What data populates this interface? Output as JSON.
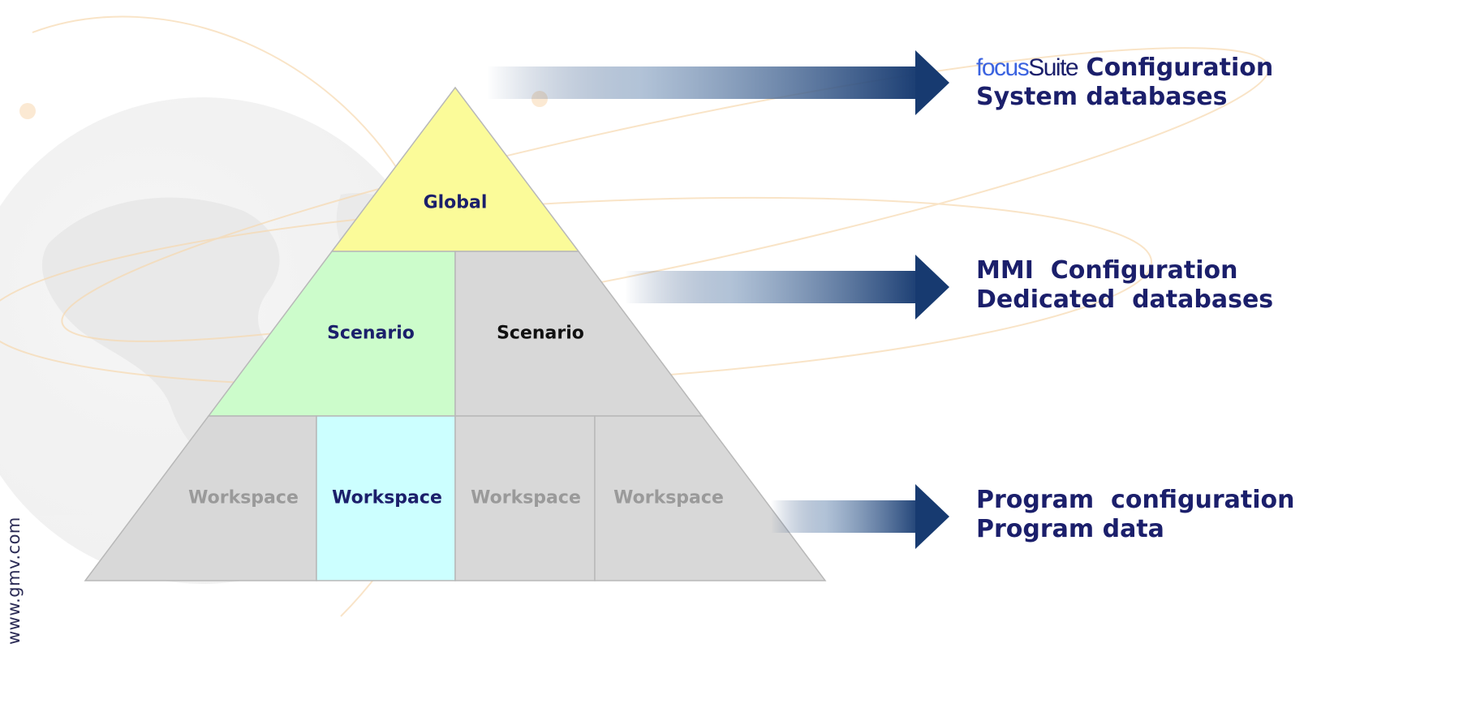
{
  "site_url": "www.gmv.com",
  "colors": {
    "global": "#fbfb99",
    "scenario_active": "#ccfccb",
    "workspace_active": "#ccffff",
    "inactive": "#d8d8d8",
    "label_dark_blue": "#1b1f6b",
    "label_grey": "#9a9a9a",
    "arrow_dark": "#173a70",
    "focus_blue": "#3b63e0"
  },
  "pyramid": {
    "global": {
      "label": "Global"
    },
    "scenarios": [
      {
        "label": "Scenario",
        "active": true
      },
      {
        "label": "Scenario",
        "active": false
      }
    ],
    "workspaces": [
      {
        "label": "Workspace",
        "active": false
      },
      {
        "label": "Workspace",
        "active": true
      },
      {
        "label": "Workspace",
        "active": false
      },
      {
        "label": "Workspace",
        "active": false
      }
    ]
  },
  "levels": [
    {
      "line1_prefix_a": "focus",
      "line1_prefix_b": "Suite",
      "line1": " Configuration",
      "line2": "System databases"
    },
    {
      "line1_prefix_a": "",
      "line1_prefix_b": "",
      "line1": "MMI  Configuration",
      "line2": "Dedicated  databases"
    },
    {
      "line1_prefix_a": "",
      "line1_prefix_b": "",
      "line1": "Program  configuration",
      "line2": "Program data"
    }
  ]
}
